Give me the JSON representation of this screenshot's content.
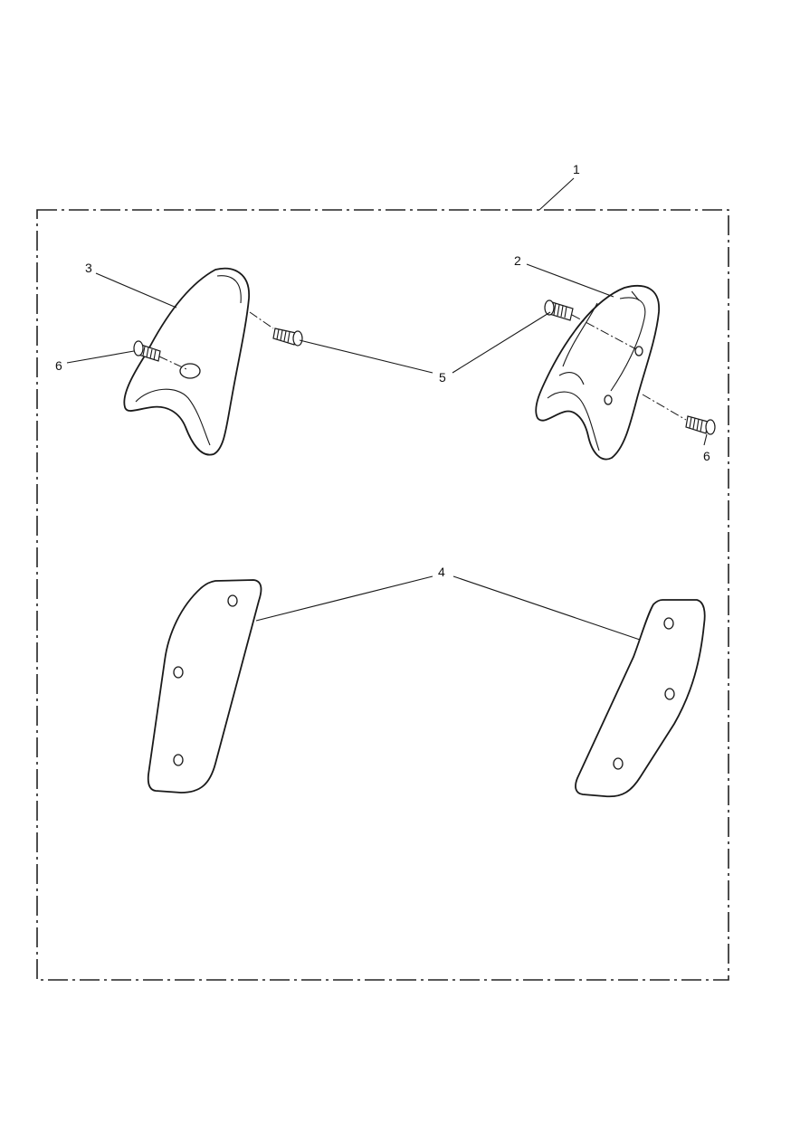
{
  "callouts": {
    "kit": "1",
    "right_cover": "2",
    "left_cover": "3",
    "gasket": "4",
    "screw_long": "5",
    "screw_short_left": "6",
    "screw_short_right": "6"
  }
}
